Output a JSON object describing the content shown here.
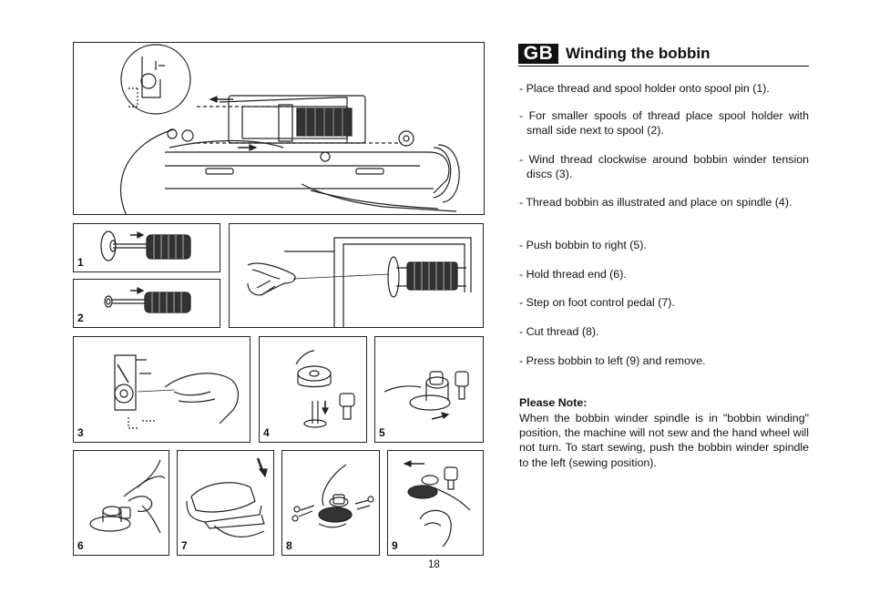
{
  "section": {
    "code": "GB",
    "title": "Winding the bobbin"
  },
  "instructions": [
    "- Place thread and spool holder onto spool pin (1).",
    "- For smaller spools of thread place spool holder with small side next to spool (2).",
    "- Wind thread clockwise around bobbin winder tension discs (3).",
    "- Thread bobbin as illustrated and place on spindle (4).",
    "- Push bobbin to right (5).",
    "- Hold thread end (6).",
    "- Step on foot control pedal (7).",
    "- Cut thread (8).",
    "- Press bobbin to left (9) and remove."
  ],
  "note": {
    "title": "Please Note:",
    "body": "When the bobbin winder spindle is in \"bobbin winding\" position, the machine will not sew and the hand wheel will not turn. To start sewing, push the bobbin winder spindle to the left (sewing position)."
  },
  "figures": [
    "1",
    "2",
    "3",
    "4",
    "5",
    "6",
    "7",
    "8",
    "9"
  ],
  "page_number": "18"
}
